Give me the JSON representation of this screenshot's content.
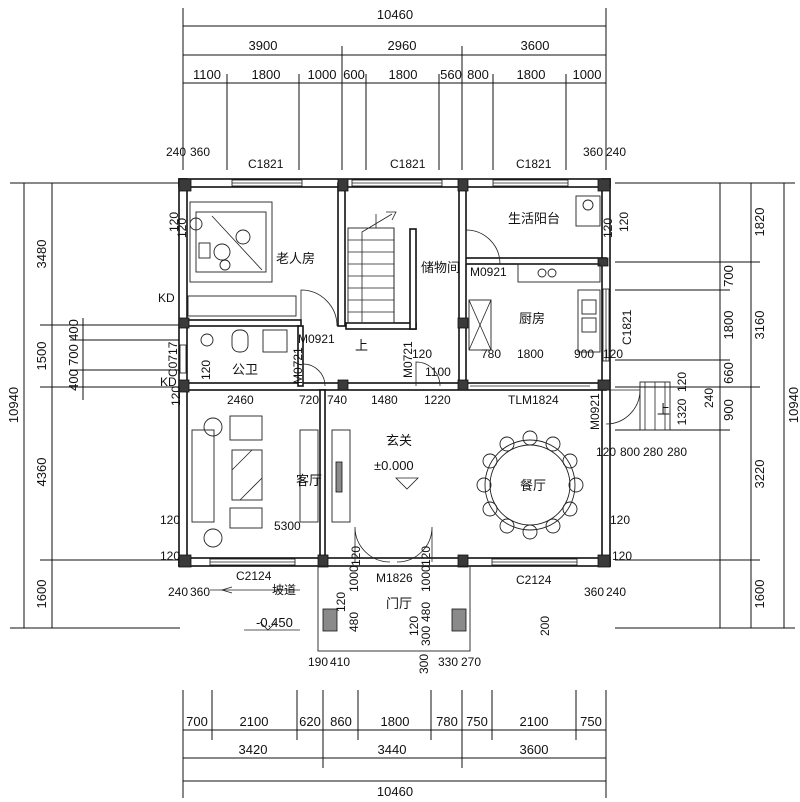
{
  "top_dims": {
    "overall": "10460",
    "row2": [
      "3900",
      "2960",
      "3600"
    ],
    "row3": [
      "1100",
      "1800",
      "1000",
      "600",
      "1800",
      "560",
      "800",
      "1800",
      "1000"
    ]
  },
  "bottom_dims": {
    "overall": "10460",
    "row2": [
      "3420",
      "3440",
      "3600"
    ],
    "row3": [
      "700",
      "2100",
      "620",
      "860",
      "1800",
      "780",
      "750",
      "2100",
      "750"
    ]
  },
  "left_dims": {
    "overall": "10940",
    "row2": [
      "3480",
      "1500",
      "4360",
      "1600"
    ],
    "row3": [
      "400",
      "700",
      "400"
    ]
  },
  "right_dims": {
    "overall": "10940",
    "row2": [
      "1820",
      "3160",
      "3220",
      "1600"
    ],
    "row3": [
      "700",
      "1800",
      "660",
      "900"
    ],
    "small": [
      "120",
      "240",
      "1320"
    ]
  },
  "rooms": {
    "elderly": "老人房",
    "storage": "储物间",
    "balcony": "生活阳台",
    "kitchen": "厨房",
    "toilet": "公卫",
    "living": "客厅",
    "foyer": "玄关",
    "level": "±0.000",
    "dining": "餐厅",
    "porch": "门厅",
    "up1": "上",
    "up2": "上"
  },
  "labels": {
    "win_top1": "C1821",
    "win_top2": "C1821",
    "win_top3": "C1821",
    "win_c0717": "C0717",
    "win_right": "C1821",
    "win_bottom_left": "C2124",
    "win_bottom_right": "C2124",
    "door_elderly": "M0921",
    "door_kitchen": "M0921",
    "door_toilet": "M0721",
    "door_storage": "M0721",
    "door_side": "M0921",
    "door_main": "M1826",
    "door_dining": "TLM1824",
    "kd1": "KD",
    "kd2": "KD",
    "ramp": "坡道",
    "outdoor_level": "-0.450"
  },
  "inner_dims": {
    "wall_tl": [
      "240",
      "360"
    ],
    "wall_tr": [
      "360",
      "240"
    ],
    "wall_bl": [
      "240",
      "360"
    ],
    "wall_br": [
      "360",
      "240"
    ],
    "toilet_row": [
      "2460",
      "720",
      "740",
      "1480",
      "1220"
    ],
    "kitchen_row": [
      "780",
      "1800",
      "900",
      "120"
    ],
    "storage_row": [
      "120",
      "1100"
    ],
    "dining_row": [
      "120",
      "800",
      "280",
      "280"
    ],
    "living_width": "5300",
    "porch_v": [
      "1000",
      "1000",
      "120",
      "480",
      "120",
      "300",
      "480"
    ],
    "porch_h": [
      "190",
      "410",
      "330",
      "270"
    ],
    "porch_300": "300",
    "small_120": [
      "120",
      "120",
      "120",
      "120",
      "120",
      "120",
      "120",
      "120",
      "120",
      "120"
    ],
    "misc": [
      "200",
      "120",
      "120"
    ]
  }
}
